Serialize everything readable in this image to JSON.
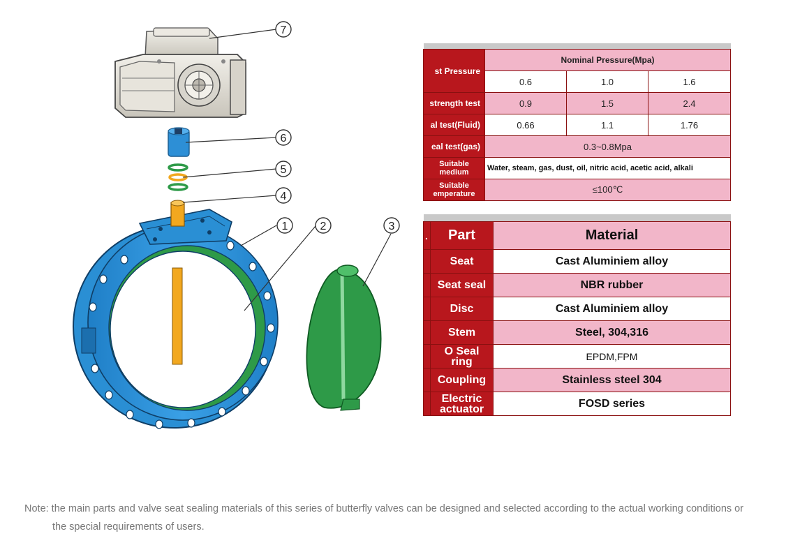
{
  "callouts": [
    "7",
    "6",
    "5",
    "4",
    "1",
    "2",
    "3"
  ],
  "pressure_table": {
    "row_test_pressure": "st Pressure",
    "nominal_header": "Nominal Pressure(Mpa)",
    "nominal_values": [
      "0.6",
      "1.0",
      "1.6"
    ],
    "row_strength": {
      "label": "strength test",
      "values": [
        "0.9",
        "1.5",
        "2.4"
      ]
    },
    "row_fluid": {
      "label": "al test(Fluid)",
      "values": [
        "0.66",
        "1.1",
        "1.76"
      ]
    },
    "row_gas": {
      "label": "eal test(gas)",
      "value": "0.3~0.8Mpa"
    },
    "row_medium": {
      "label_1": "Suitable",
      "label_2": "medium",
      "value": "Water, steam, gas, dust, oil, nitric acid, acetic acid, alkali"
    },
    "row_temperature": {
      "label_1": "Suitable",
      "label_2": "emperature",
      "value": "≤100℃"
    }
  },
  "material_table": {
    "corner": ".",
    "part_header": "Part",
    "material_header": "Material",
    "rows": [
      {
        "part_1": "Seat",
        "part_2": "",
        "material": "Cast Aluminiem alloy"
      },
      {
        "part_1": "Seat seal",
        "part_2": "",
        "material": "NBR rubber"
      },
      {
        "part_1": "Disc",
        "part_2": "",
        "material": "Cast Aluminiem alloy"
      },
      {
        "part_1": "Stem",
        "part_2": "",
        "material": "Steel, 304,316"
      },
      {
        "part_1": "O Seal",
        "part_2": "ring",
        "material": "EPDM,FPM"
      },
      {
        "part_1": "Coupling",
        "part_2": "",
        "material": "Stainless steel 304"
      },
      {
        "part_1": "Electric",
        "part_2": "actuator",
        "material": "FOSD series"
      }
    ]
  },
  "note": {
    "line1": "Note: the main parts and valve seat sealing materials of this series of butterfly valves can be designed and selected according to the actual working conditions or",
    "line2": "the special requirements of users."
  },
  "colors": {
    "header_red": "#b8171d",
    "pink": "#f2b6c9",
    "valve_blue": "#2a8fd4",
    "seal_green": "#2e9a48",
    "stem_orange": "#f2a81f",
    "actuator_gray": "#e0ddd6"
  }
}
